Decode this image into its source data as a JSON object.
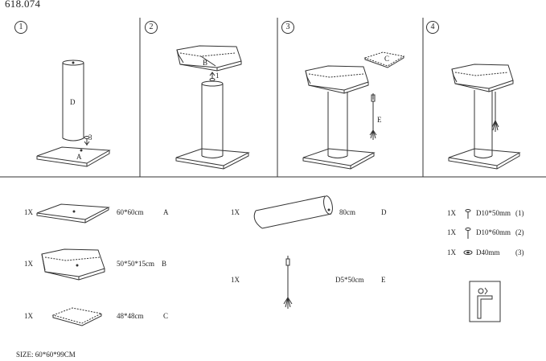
{
  "model_number": "618.074",
  "steps": [
    "1",
    "2",
    "3",
    "4"
  ],
  "assembly_labels": {
    "step1_post": "D",
    "step1_base": "A",
    "step1_screw": "3",
    "step2_bed": "B",
    "step2_screw": "1",
    "step3_pad": "C",
    "step3_toy": "E"
  },
  "parts": [
    {
      "qty": "1X",
      "size": "60*60cm",
      "letter": "A"
    },
    {
      "qty": "1X",
      "size": "50*50*15cm",
      "letter": "B"
    },
    {
      "qty": "1X",
      "size": "48*48cm",
      "letter": "C"
    },
    {
      "qty": "1X",
      "size": "80cm",
      "letter": "D"
    },
    {
      "qty": "1X",
      "size": "D5*50cm",
      "letter": "E"
    }
  ],
  "hardware": [
    {
      "qty": "1X",
      "size": "D10*50mm",
      "ref": "(1)",
      "icon": "screw-icon"
    },
    {
      "qty": "1X",
      "size": "D10*60mm",
      "ref": "(2)",
      "icon": "long-screw-icon"
    },
    {
      "qty": "1X",
      "size": "D40mm",
      "ref": "(3)",
      "icon": "washer-icon"
    }
  ],
  "footer_size": "SIZE: 60*60*99CM"
}
